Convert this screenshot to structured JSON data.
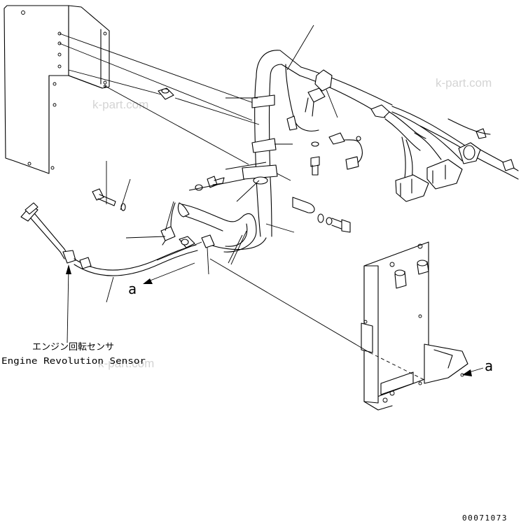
{
  "sensor_label_jp": "エンジン回転センサ",
  "sensor_label_en": "Engine Revolution Sensor",
  "view_marker_left": "a",
  "view_marker_right": "a",
  "watermarks": [
    "k-part.com",
    "k-part.com",
    "k-part.com"
  ],
  "figure_number": "00071073"
}
